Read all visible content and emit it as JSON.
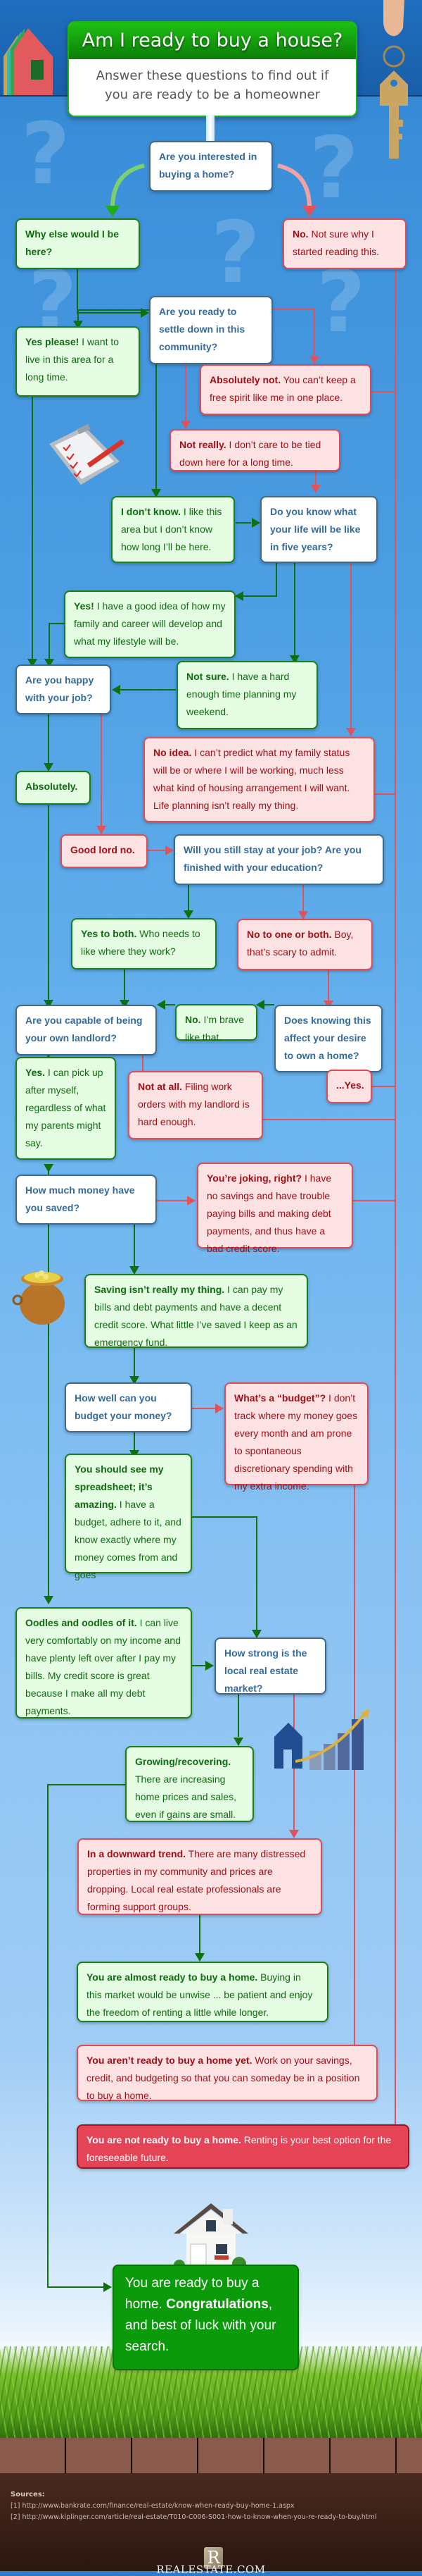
{
  "header": {
    "title": "Am I ready to buy a house?",
    "subtitle": "Answer these questions to find out if you are ready to be a homeowner"
  },
  "nodes": {
    "q_interested": "Are you interested in buying a home?",
    "a_why_else": "Why else would I be here?",
    "a_no_not_sure": {
      "bold": "No.",
      "text": " Not sure why I started reading this."
    },
    "q_settle": "Are you ready to settle down in this community?",
    "a_yes_please": {
      "bold": "Yes please!",
      "text": " I want to live in this area for a long time."
    },
    "a_absolutely_not": {
      "bold": "Absolutely not.",
      "text": " You can’t keep a free spirit like me in one place."
    },
    "a_not_really": {
      "bold": "Not really.",
      "text": " I don’t care to be tied down here for a long time."
    },
    "a_dont_know": {
      "bold": "I don’t know.",
      "text": " I like this area but I don’t know how long I’ll be here."
    },
    "q_five_years": "Do you know what your life will be like in five years?",
    "a_yes_idea": {
      "bold": "Yes!",
      "text": " I have a good idea of how my family and career will develop and what my lifestyle will be."
    },
    "q_happy_job": "Are you happy with your job?",
    "a_not_sure": {
      "bold": "Not sure.",
      "text": " I have a hard enough time planning my weekend."
    },
    "a_absolutely": "Absolutely.",
    "a_no_idea": {
      "bold": "No idea.",
      "text": " I can’t predict what my family status will be or where I will be working, much less what kind of housing arrangement I will want. Life planning isn’t really my thing."
    },
    "a_good_lord": "Good lord no.",
    "q_stay_job": "Will you still stay at your job? Are you finished with your education?",
    "a_yes_both": {
      "bold": "Yes to both.",
      "text": " Who needs to like where they work?"
    },
    "a_no_one_both": {
      "bold": "No to one or both.",
      "text": " Boy, that’s scary to admit."
    },
    "q_landlord": "Are you capable of being your own landlord?",
    "a_no_brave": {
      "bold": "No.",
      "text": " I’m brave like that."
    },
    "q_affect_desire": "Does knowing this affect your desire to own a home?",
    "a_yes_pick_up": {
      "bold": "Yes.",
      "text": " I can pick up after myself, regardless of what my parents might say."
    },
    "a_not_at_all": {
      "bold": "Not at all.",
      "text": " Filing work orders with my landlord is hard enough."
    },
    "a_dots_yes": "...Yes.",
    "q_money_saved": "How much money have you saved?",
    "a_joking": {
      "bold": "You’re joking, right?",
      "text": " I have no savings and have trouble paying bills and making debt payments, and thus have a bad credit score."
    },
    "a_saving_not_thing": {
      "bold": "Saving isn’t really my thing.",
      "text": " I can pay my bills and debt payments and have a decent credit score. What little I’ve saved I keep as an emergency fund."
    },
    "q_budget": "How well can you budget your money?",
    "a_whats_budget": {
      "bold": "What’s a “budget”?",
      "text": " I don’t track where my money goes every month and am prone to spontaneous discretionary spending with my extra income."
    },
    "a_spreadsheet": {
      "bold": "You should see my spreadsheet; it’s amazing.",
      "text": " I have a budget, adhere to it, and know exactly where my money comes from and goes"
    },
    "a_oodles": {
      "bold": "Oodles and oodles of it.",
      "text": " I can live very comfortably on my income and have plenty left over after I pay my bills. My credit score is great because I make all my debt payments."
    },
    "q_market": "How strong is the local real estate market?",
    "a_growing": {
      "bold": "Growing/recovering.",
      "text": " There are increasing home prices and sales, even if gains are small."
    },
    "a_downward": {
      "bold": "In a downward trend.",
      "text": " There are many distressed properties in my community and prices are dropping. Local real estate professionals are forming support groups."
    },
    "r_almost_ready": {
      "bold": "You are almost ready to buy a home.",
      "text": " Buying in this market would be unwise ... be patient and enjoy the freedom of renting a little while longer."
    },
    "r_arent_ready": {
      "bold": "You aren’t ready to buy a home yet.",
      "text": " Work on your savings, credit, and budgeting so that you can someday be in a position to buy a home."
    },
    "r_not_ready": {
      "bold": "You are not ready to buy a home.",
      "text": " Renting is your best option for the foreseeable future."
    },
    "r_ready": {
      "pre": "You are ready to buy a home. ",
      "bold": "Congratulations",
      "text": ", and best of luck with your search."
    }
  },
  "footer": {
    "sources_label": "Sources:",
    "sources": [
      "[1] http://www.bankrate.com/finance/real-estate/know-when-ready-buy-home-1.aspx",
      "[2] http://www.kiplinger.com/article/real-estate/T010-C006-S001-how-to-know-when-you-re-ready-to-buy.html"
    ],
    "logo_letter": "R",
    "logo_text": "REALESTATE.COM"
  },
  "colors": {
    "question_border": "#3e6a8e",
    "question_text": "#356b9c",
    "yes_fill": "#e5fde3",
    "yes_text": "#0f6b0f",
    "no_fill": "#fde2e4",
    "no_text": "#a10f16",
    "not_ready_fill": "#e54457",
    "ready_fill": "#0a9a0a"
  }
}
